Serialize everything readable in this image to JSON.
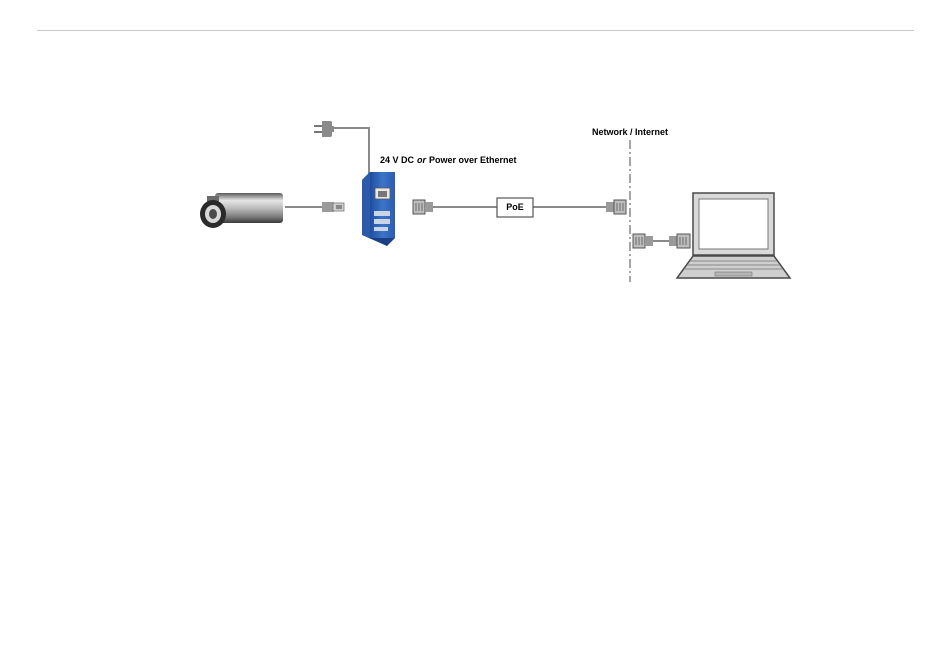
{
  "diagram": {
    "power_label_part1": "24 V DC",
    "power_label_or": "or",
    "power_label_part2": "Power over Ethernet",
    "network_label": "Network / Internet",
    "poe_label": "PoE"
  },
  "components": {
    "camera": "thermal-camera-icon",
    "usb": "usb-plug-icon",
    "power": "power-plug-icon",
    "server": "usb-server-icon",
    "rj45": "rj45-connector-icon",
    "laptop": "laptop-icon"
  },
  "colors": {
    "cable": "#8a8a8a",
    "server_blue": "#2f63b6",
    "camera_metal": "#a8a8a8"
  }
}
